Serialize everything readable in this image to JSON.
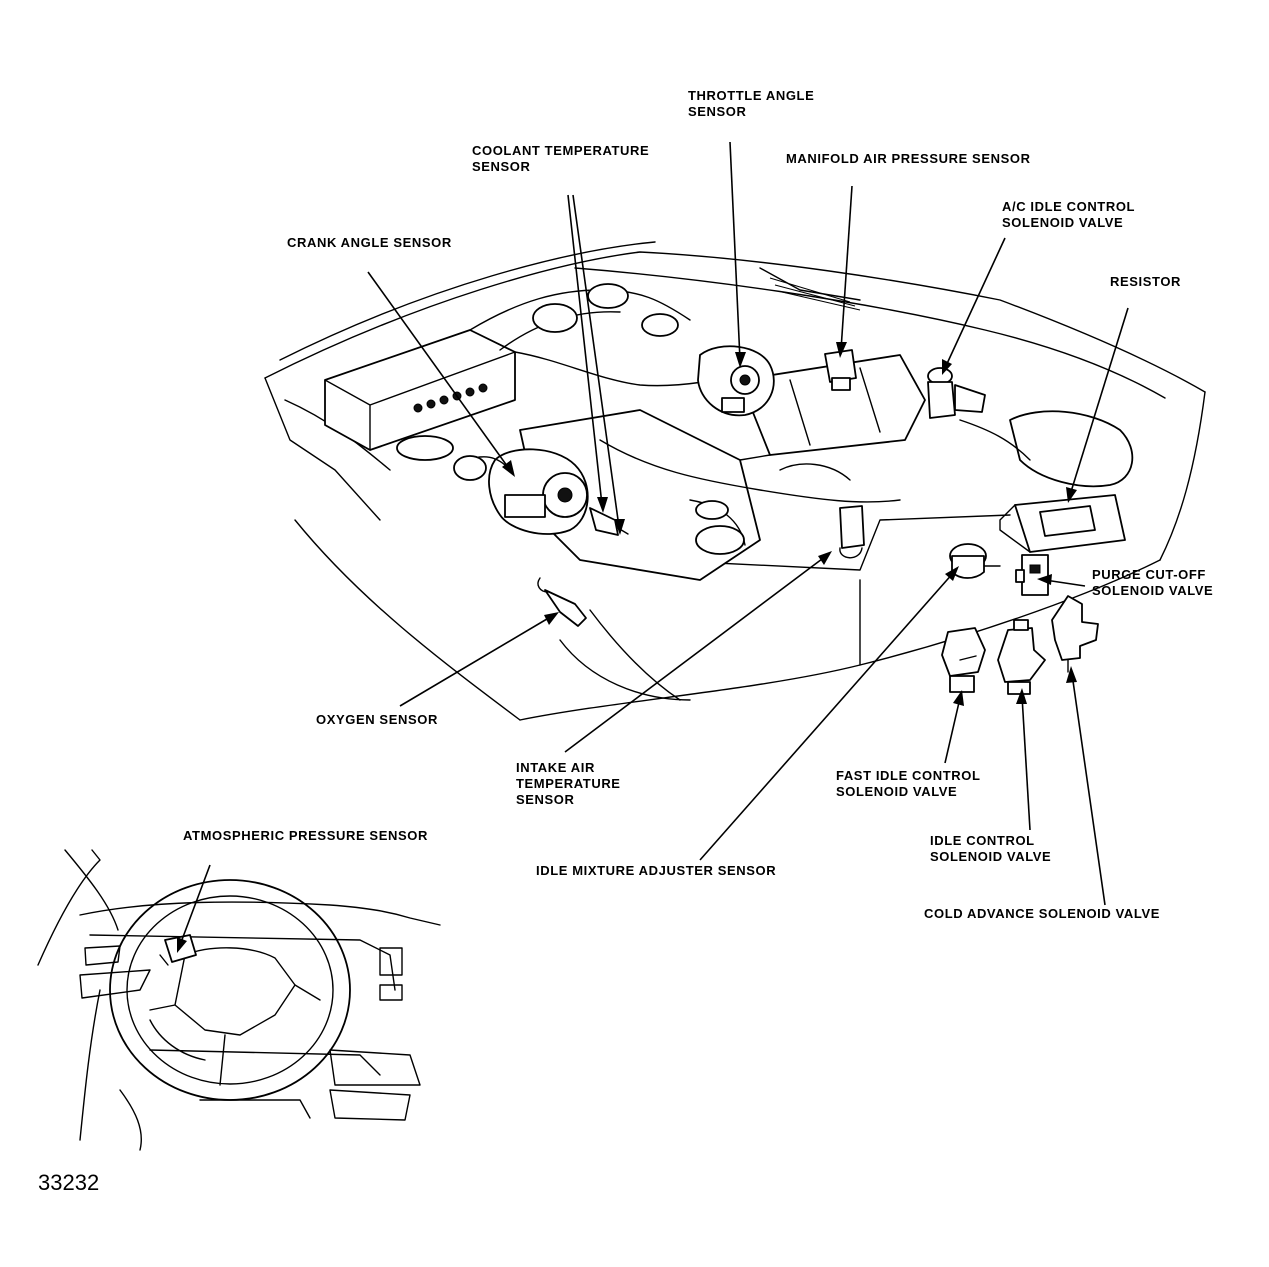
{
  "labels": {
    "throttle_angle_sensor": [
      "THROTTLE ANGLE",
      "SENSOR"
    ],
    "coolant_temperature_sensor": [
      "COOLANT TEMPERATURE",
      "SENSOR"
    ],
    "manifold_air_pressure_sensor": [
      "MANIFOLD AIR PRESSURE SENSOR"
    ],
    "ac_idle_control_solenoid_valve": [
      "A/C IDLE CONTROL",
      "SOLENOID VALVE"
    ],
    "crank_angle_sensor": [
      "CRANK ANGLE SENSOR"
    ],
    "resistor": [
      "RESISTOR"
    ],
    "purge_cutoff_solenoid_valve": [
      "PURGE CUT-OFF",
      "SOLENOID VALVE"
    ],
    "oxygen_sensor": [
      "OXYGEN SENSOR"
    ],
    "intake_air_temperature_sensor": [
      "INTAKE AIR",
      "TEMPERATURE",
      "SENSOR"
    ],
    "fast_idle_control_solenoid_valve": [
      "FAST IDLE CONTROL",
      "SOLENOID VALVE"
    ],
    "idle_control_solenoid_valve": [
      "IDLE CONTROL",
      "SOLENOID VALVE"
    ],
    "cold_advance_solenoid_valve": [
      "COLD ADVANCE SOLENOID VALVE"
    ],
    "idle_mixture_adjuster_sensor": [
      "IDLE MIXTURE ADJUSTER SENSOR"
    ],
    "atmospheric_pressure_sensor": [
      "ATMOSPHERIC PRESSURE SENSOR"
    ]
  },
  "figure_number": "33232"
}
